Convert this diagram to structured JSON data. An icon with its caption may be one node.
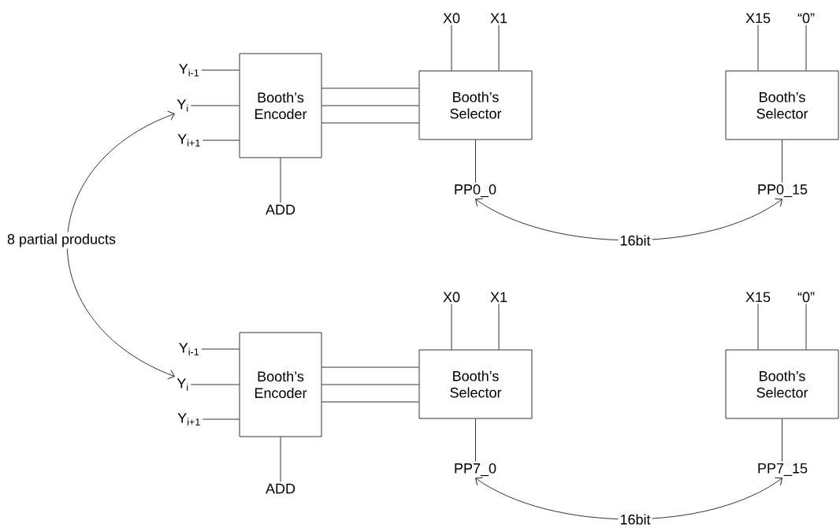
{
  "diagram": {
    "nodes": [
      {
        "text": [
          "Y$_{i-1}$"
        ]
      },
      {
        "text": [
          "Y$_{i}$"
        ]
      },
      {
        "text": [
          "Y$_{i+1}$"
        ]
      },
      {
        "text": [
          "Booth’s Encoder"
        ]
      },
      {
        "text": [
          "ADD"
        ]
      },
      {
        "text": [
          "Booth’s Selector"
        ]
      },
      {
        "text": [
          "X0"
        ]
      },
      {
        "text": [
          "X1"
        ]
      },
      {
        "text": [
          "PP0_0"
        ]
      },
      {
        "text": [
          "Booth’s Selector"
        ]
      },
      {
        "text": [
          "X15"
        ]
      },
      {
        "text": [
          "“0”"
        ]
      },
      {
        "text": [
          "PP0_15"
        ]
      },
      {
        "text": [
          "Y$_{i-1}$"
        ]
      },
      {
        "text": [
          "Y$_{i}$"
        ]
      },
      {
        "text": [
          "Y$_{i+1}$"
        ]
      },
      {
        "text": [
          "Booth’s Encoder"
        ]
      },
      {
        "text": [
          "ADD"
        ]
      },
      {
        "text": [
          "Booth’s Selector"
        ]
      },
      {
        "text": [
          "X0"
        ]
      },
      {
        "text": [
          "X1"
        ]
      },
      {
        "text": [
          "PP7_0"
        ]
      },
      {
        "text": [
          "Booth’s Selector"
        ]
      },
      {
        "text": [
          "X15"
        ]
      },
      {
        "text": [
          "“0”"
        ]
      },
      {
        "text": [
          "PP7_15"
        ]
      }
    ],
    "edges": [
      {
        "from": 0,
        "to": 3,
        "arrow": "none"
      },
      {
        "from": 1,
        "to": 3,
        "arrow": "none"
      },
      {
        "from": 2,
        "to": 3,
        "arrow": "none"
      },
      {
        "from": 3,
        "to": 4,
        "arrow": "none"
      },
      {
        "from": 3,
        "to": 5,
        "arrow": "none"
      },
      {
        "from": 3,
        "to": 5,
        "arrow": "none"
      },
      {
        "from": 3,
        "to": 5,
        "arrow": "none"
      },
      {
        "from": 6,
        "to": 5,
        "arrow": "none"
      },
      {
        "from": 7,
        "to": 5,
        "arrow": "none"
      },
      {
        "from": 5,
        "to": 8,
        "arrow": "none"
      },
      {
        "from": 10,
        "to": 9,
        "arrow": "none"
      },
      {
        "from": 11,
        "to": 9,
        "arrow": "none"
      },
      {
        "from": 9,
        "to": 12,
        "arrow": "none"
      },
      {
        "from": 8,
        "to": 12,
        "arrow": "both",
        "label": "16bit"
      },
      {
        "from": 13,
        "to": 16,
        "arrow": "none"
      },
      {
        "from": 14,
        "to": 16,
        "arrow": "none"
      },
      {
        "from": 15,
        "to": 16,
        "arrow": "none"
      },
      {
        "from": 16,
        "to": 17,
        "arrow": "none"
      },
      {
        "from": 16,
        "to": 18,
        "arrow": "none"
      },
      {
        "from": 16,
        "to": 18,
        "arrow": "none"
      },
      {
        "from": 16,
        "to": 18,
        "arrow": "none"
      },
      {
        "from": 19,
        "to": 18,
        "arrow": "none"
      },
      {
        "from": 20,
        "to": 18,
        "arrow": "none"
      },
      {
        "from": 18,
        "to": 21,
        "arrow": "none"
      },
      {
        "from": 23,
        "to": 22,
        "arrow": "none"
      },
      {
        "from": 24,
        "to": 22,
        "arrow": "none"
      },
      {
        "from": 22,
        "to": 25,
        "arrow": "none"
      },
      {
        "from": 21,
        "to": 25,
        "arrow": "both",
        "label": "16bit"
      },
      {
        "from": 1,
        "to": 14,
        "arrow": "both",
        "label": "8 partial products"
      }
    ]
  }
}
